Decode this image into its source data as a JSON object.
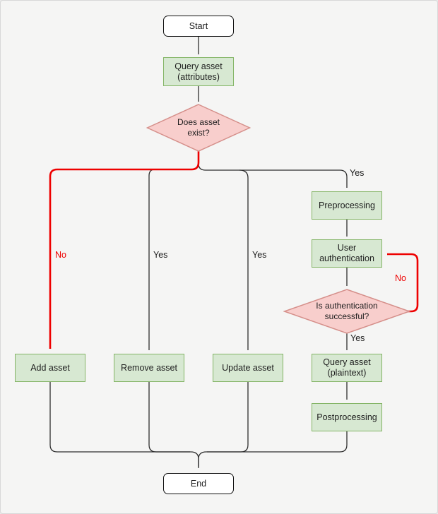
{
  "diagram": {
    "type": "flowchart",
    "colors": {
      "background": "#f5f5f4",
      "process_fill": "#d7e8d2",
      "process_border": "#84b566",
      "decision_fill": "#f8cecc",
      "decision_border": "#d58f8a",
      "terminal_fill": "#ffffff",
      "terminal_border": "#0f0f0f",
      "edge_default": "#2e2e2e",
      "edge_highlight": "#ee0000"
    },
    "nodes": {
      "start": {
        "label": "Start"
      },
      "query_attributes": {
        "line1": "Query asset",
        "line2": "(attributes)"
      },
      "asset_exists": {
        "line1": "Does asset",
        "line2": "exist?"
      },
      "preprocessing": {
        "label": "Preprocessing"
      },
      "user_auth": {
        "line1": "User",
        "line2": "authentication"
      },
      "auth_success": {
        "line1": "Is authentication",
        "line2": "successful?"
      },
      "add_asset": {
        "label": "Add asset"
      },
      "remove_asset": {
        "label": "Remove asset"
      },
      "update_asset": {
        "label": "Update asset"
      },
      "query_plaintext": {
        "line1": "Query asset",
        "line2": "(plaintext)"
      },
      "postprocessing": {
        "label": "Postprocessing"
      },
      "end": {
        "label": "End"
      }
    },
    "edge_labels": {
      "no_add": "No",
      "yes_remove": "Yes",
      "yes_update": "Yes",
      "yes_preprocessing": "Yes",
      "no_auth_loop": "No",
      "yes_query_plaintext": "Yes"
    }
  }
}
